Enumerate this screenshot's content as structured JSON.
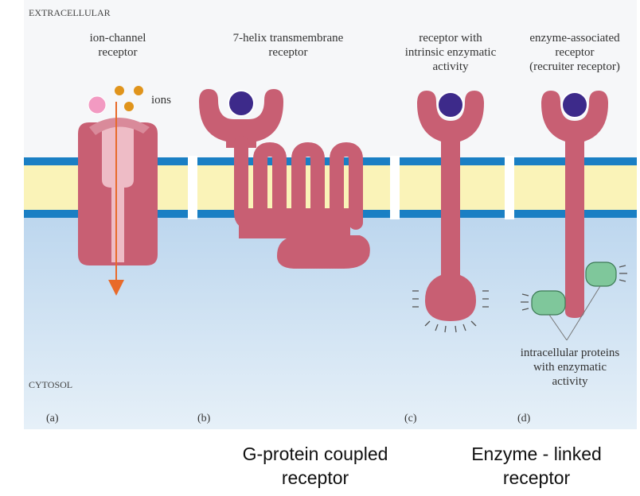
{
  "diagram": {
    "region_top": "EXTRACELLULAR",
    "region_bottom": "CYTOSOL",
    "panels": [
      {
        "letter": "(a)",
        "title_line1": "ion-channel",
        "title_line2": "receptor",
        "title_line3": ""
      },
      {
        "letter": "(b)",
        "title_line1": "7-helix transmembrane",
        "title_line2": "receptor",
        "title_line3": ""
      },
      {
        "letter": "(c)",
        "title_line1": "receptor with",
        "title_line2": "intrinsic enzymatic",
        "title_line3": "activity"
      },
      {
        "letter": "(d)",
        "title_line1": "enzyme-associated",
        "title_line2": "receptor",
        "title_line3": "(recruiter receptor)"
      }
    ],
    "ions_label": "ions",
    "intracellular_label": {
      "line1": "intracellular proteins",
      "line2": "with enzymatic",
      "line3": "activity"
    },
    "colors": {
      "extracellular_bg": "#f7f8fa",
      "cytosol_bg": "#cfe2f2",
      "membrane_line": "#1a7fc4",
      "membrane_core": "#faf4ba",
      "receptor": "#c85f73",
      "ligand": "#3d2a8a",
      "ion": "#e0941c",
      "ligand_small": "#f29ac2",
      "intracellular_protein": "#7fc79b",
      "ion_arrow": "#e86a2a"
    }
  },
  "captions": {
    "gpcr_line1": "G-protein coupled",
    "gpcr_line2": "receptor",
    "enzyme_line1": "Enzyme - linked",
    "enzyme_line2": "receptor"
  }
}
